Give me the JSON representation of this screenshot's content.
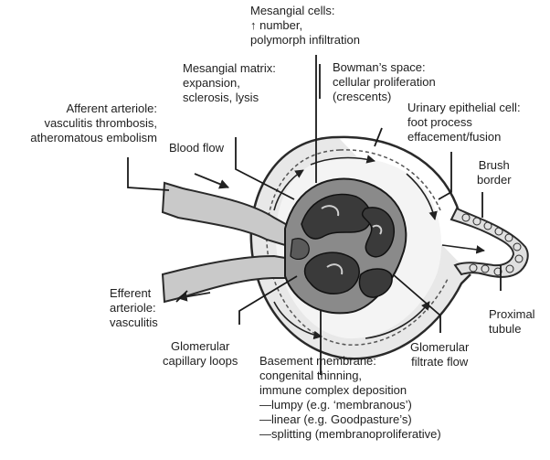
{
  "labels": {
    "mesangial_cells": [
      "Mesangial cells:",
      "↑ number,",
      "polymorph infiltration"
    ],
    "mesangial_matrix": [
      "Mesangial matrix:",
      "expansion,",
      "sclerosis, lysis"
    ],
    "bowmans_space": [
      "Bowman’s space:",
      "cellular proliferation",
      "(crescents)"
    ],
    "afferent_arteriole": [
      "Afferent arteriole:",
      "vasculitis thrombosis,",
      "atheromatous embolism"
    ],
    "blood_flow": [
      "Blood flow"
    ],
    "urinary_epithelial_cell": [
      "Urinary epithelial cell:",
      "foot process",
      "effacement/fusion"
    ],
    "brush_border": [
      "Brush",
      "border"
    ],
    "efferent_arteriole": [
      "Efferent",
      "arteriole:",
      "vasculitis"
    ],
    "glomerular_capillary_loops": [
      "Glomerular",
      "capillary loops"
    ],
    "basement_membrane": [
      "Basement membrane:",
      "congenital thinning,",
      "immune complex deposition",
      "—lumpy (e.g. ‘membranous’)",
      "—linear (e.g. Goodpasture’s)",
      "—splitting (membranoproliferative)"
    ],
    "glomerular_filtrate_flow": [
      "Glomerular",
      "filtrate flow"
    ],
    "proximal_tubule": [
      "Proximal",
      "tubule"
    ]
  }
}
